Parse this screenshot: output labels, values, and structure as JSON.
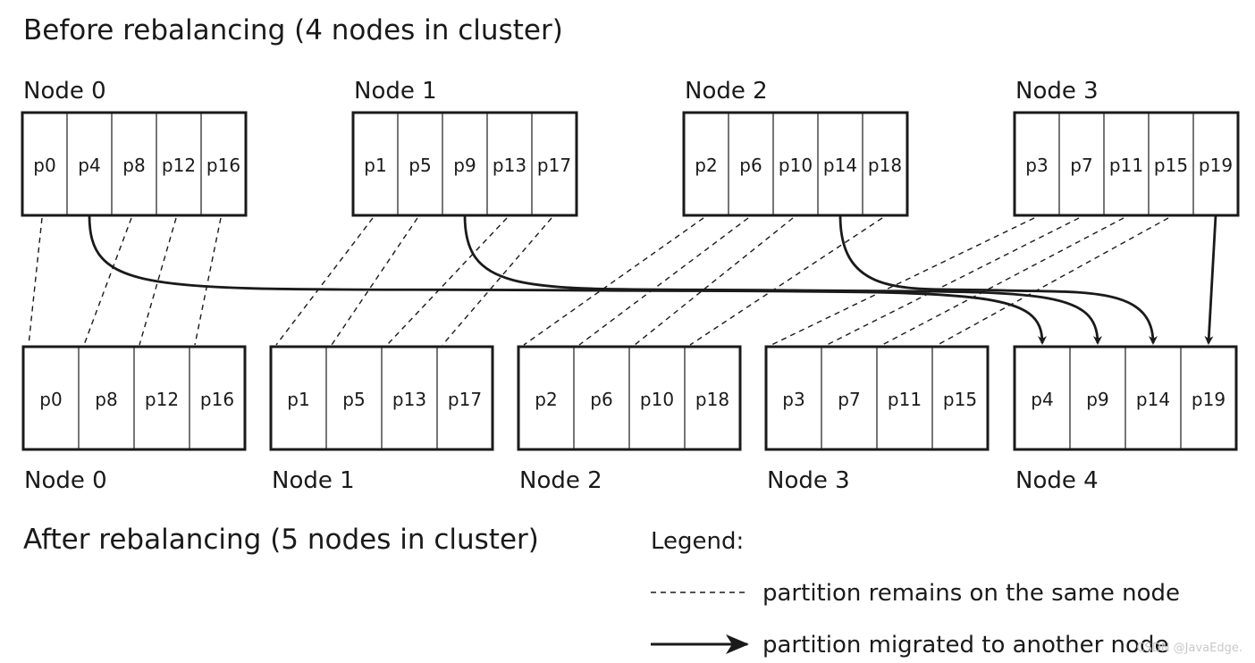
{
  "before_title": "Before rebalancing (4 nodes in cluster)",
  "after_title": "After rebalancing (5 nodes in cluster)",
  "before_nodes": [
    {
      "label": "Node 0",
      "partitions": [
        "p0",
        "p4",
        "p8",
        "p12",
        "p16"
      ]
    },
    {
      "label": "Node 1",
      "partitions": [
        "p1",
        "p5",
        "p9",
        "p13",
        "p17"
      ]
    },
    {
      "label": "Node 2",
      "partitions": [
        "p2",
        "p6",
        "p10",
        "p14",
        "p18"
      ]
    },
    {
      "label": "Node 3",
      "partitions": [
        "p3",
        "p7",
        "p11",
        "p15",
        "p19"
      ]
    }
  ],
  "after_nodes": [
    {
      "label": "Node 0",
      "partitions": [
        "p0",
        "p8",
        "p12",
        "p16"
      ]
    },
    {
      "label": "Node 1",
      "partitions": [
        "p1",
        "p5",
        "p13",
        "p17"
      ]
    },
    {
      "label": "Node 2",
      "partitions": [
        "p2",
        "p6",
        "p10",
        "p18"
      ]
    },
    {
      "label": "Node 3",
      "partitions": [
        "p3",
        "p7",
        "p11",
        "p15"
      ]
    },
    {
      "label": "Node 4",
      "partitions": [
        "p4",
        "p9",
        "p14",
        "p19"
      ]
    }
  ],
  "legend": {
    "title": "Legend:",
    "remains": "partition remains on the same node",
    "migrated": "partition migrated to another node"
  },
  "watermark": "CSDN @JavaEdge."
}
